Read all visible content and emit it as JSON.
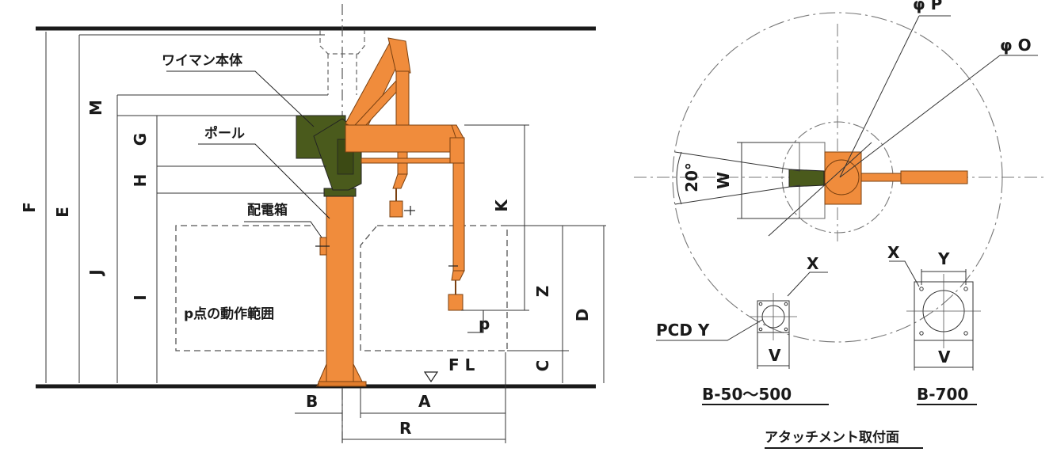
{
  "labels": {
    "body": "ワイマン本体",
    "pole": "ポール",
    "box": "配電箱",
    "range": "p点の動作範囲",
    "p": "p",
    "fl": "F L",
    "attach": "アタッチメント取付面",
    "pcd": "PCD Y",
    "b50": "B-50～500",
    "b700": "B-700",
    "phiP": "φ P",
    "phiO": "φ O",
    "deg": "20°"
  },
  "dims": {
    "F": "F",
    "E": "E",
    "J": "J",
    "I": "I",
    "M": "M",
    "G": "G",
    "H": "H",
    "K": "K",
    "Z": "Z",
    "D": "D",
    "C": "C",
    "A": "A",
    "B": "B",
    "R": "R",
    "W": "W",
    "X1": "X",
    "X2": "X",
    "Y2": "Y",
    "V1": "V",
    "V2": "V"
  },
  "colors": {
    "orange": "#f08c3c",
    "green": "#4a5a1c",
    "line": "#1a1a1a",
    "dash": "#444444"
  }
}
